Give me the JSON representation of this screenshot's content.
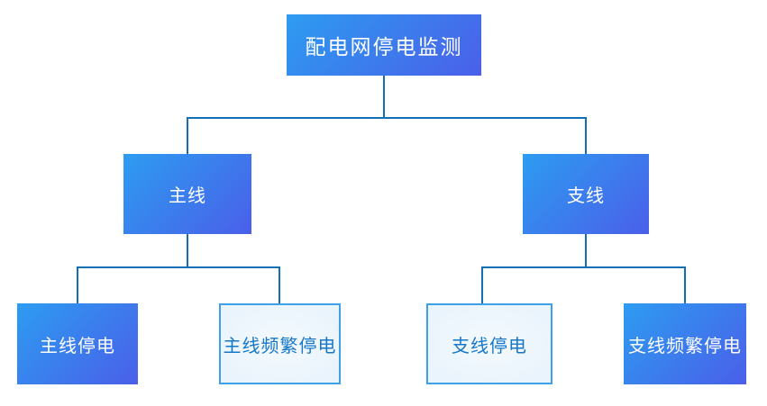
{
  "diagram": {
    "type": "tree",
    "nodes": {
      "root": {
        "label": "配电网停电监测",
        "style": "gradient",
        "level": 0
      },
      "main": {
        "label": "主线",
        "style": "gradient",
        "level": 1,
        "parent": "root"
      },
      "branch": {
        "label": "支线",
        "style": "gradient",
        "level": 1,
        "parent": "root"
      },
      "main_outage": {
        "label": "主线停电",
        "style": "gradient",
        "level": 2,
        "parent": "main"
      },
      "main_frequent": {
        "label": "主线频繁停电",
        "style": "outline",
        "level": 2,
        "parent": "main"
      },
      "branch_outage": {
        "label": "支线停电",
        "style": "outline",
        "level": 2,
        "parent": "branch"
      },
      "branch_frequent": {
        "label": "支线频繁停电",
        "style": "gradient",
        "level": 2,
        "parent": "branch"
      }
    },
    "edges": [
      [
        "root",
        "main"
      ],
      [
        "root",
        "branch"
      ],
      [
        "main",
        "main_outage"
      ],
      [
        "main",
        "main_frequent"
      ],
      [
        "branch",
        "branch_outage"
      ],
      [
        "branch",
        "branch_frequent"
      ]
    ]
  },
  "colors": {
    "node_gradient_start": "#2d9cf1",
    "node_gradient_end": "#4a5fe9",
    "node_text": "#ffffff",
    "outline_node_bg": "#eaf4fc",
    "outline_node_bg_center": "#f4fafe",
    "outline_node_border": "#3fa0ea",
    "outline_node_text": "#1677c8",
    "connector": "#1470b4",
    "background": "#ffffff"
  }
}
